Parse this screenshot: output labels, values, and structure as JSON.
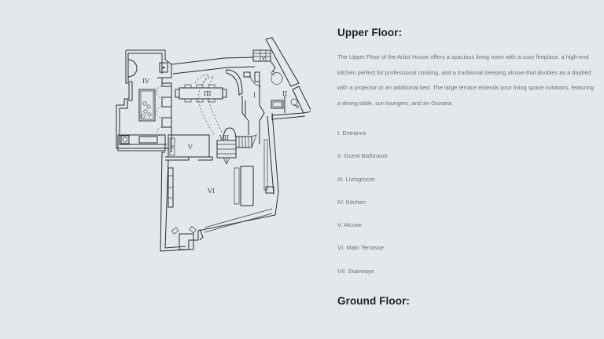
{
  "floor_plan": {
    "labels": {
      "entrance": "I",
      "guest_bathroom": "II",
      "livingroom": "III",
      "kitchen": "IV",
      "alcove": "V",
      "main_terrace": "VI",
      "stairways": "VII"
    }
  },
  "upper_floor": {
    "title": "Upper Floor:",
    "description": "The Upper Floor of the Artist House offers a spacious living room with a cozy fireplace, a high-end kitchen perfect for professional cooking, and a traditional sleeping alcove that doubles as a daybed with a projector or an additional bed. The large terrace extends your living space outdoors, featuring a dining table, sun loungers, and an Ouzaria.",
    "rooms": [
      "I. Entrance",
      "II. Guest Bathroom",
      "III. Livingroom",
      "IV. Kitchen",
      "V. Alcove",
      "VI. Main Terrasse",
      "VII. Stairways"
    ]
  },
  "ground_floor": {
    "title": "Ground Floor:"
  },
  "colors": {
    "background": "#e4e8eb",
    "heading": "#1d1f22",
    "body_text": "#6c7176",
    "line_art": "#2a2d30"
  }
}
